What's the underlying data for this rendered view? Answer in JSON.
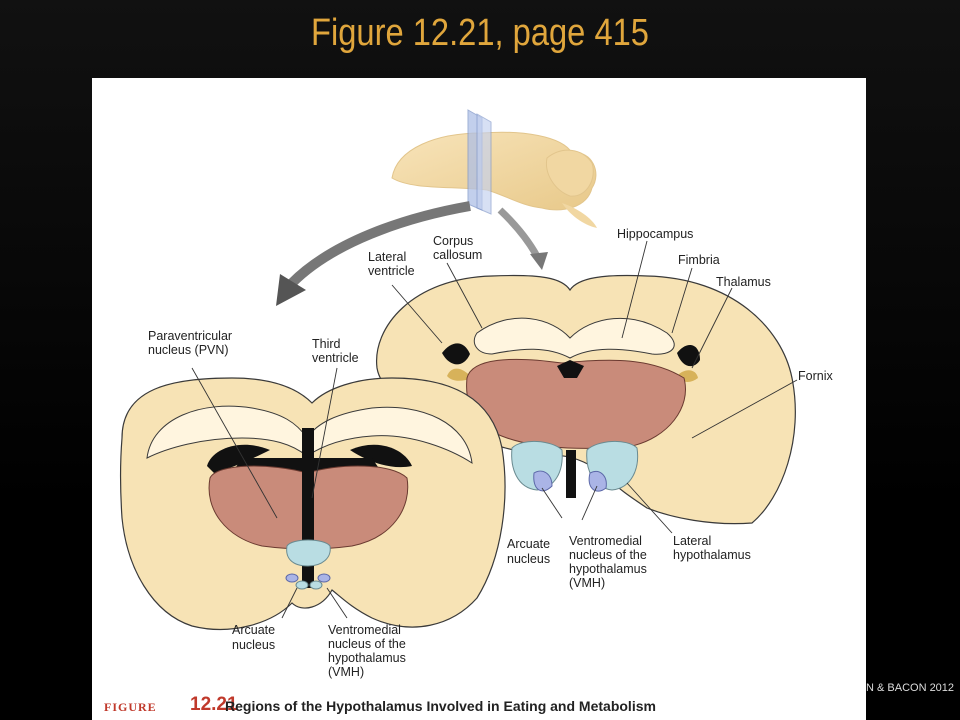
{
  "slide": {
    "title": "Figure 12.21, page 415",
    "credit": "N & BACON 2012"
  },
  "figure": {
    "caption_word": "FIGURE",
    "caption_number": "12.21",
    "caption_text": "Regions of the Hypothalamus Involved in Eating and Metabolism",
    "labels_right": {
      "lateral_ventricle": [
        "Lateral",
        "ventricle"
      ],
      "corpus_callosum": [
        "Corpus",
        "callosum"
      ],
      "hippocampus": [
        "Hippocampus"
      ],
      "fimbria": [
        "Fimbria"
      ],
      "thalamus": [
        "Thalamus"
      ],
      "fornix": [
        "Fornix"
      ],
      "arcuate_nucleus": [
        "Arcuate",
        "nucleus"
      ],
      "vmh": [
        "Ventromedial",
        "nucleus of the",
        "hypothalamus",
        "(VMH)"
      ],
      "lateral_hypothalamus": [
        "Lateral",
        "hypothalamus"
      ]
    },
    "labels_left": {
      "pvn": [
        "Paraventricular",
        "nucleus (PVN)"
      ],
      "third_ventricle": [
        "Third",
        "ventricle"
      ],
      "arcuate_nucleus": [
        "Arcuate",
        "nucleus"
      ],
      "vmh": [
        "Ventromedial",
        "nucleus of the",
        "hypothalamus",
        "(VMH)"
      ]
    },
    "colors": {
      "tissue": "#f7e3b5",
      "tissue_outline": "#3a3a3a",
      "thalamus": "#c98b7a",
      "ventricle": "#111111",
      "nucleus_teal": "#b9dde3",
      "nucleus_blue": "#aab4e6",
      "caption_red": "#c0392b"
    }
  }
}
